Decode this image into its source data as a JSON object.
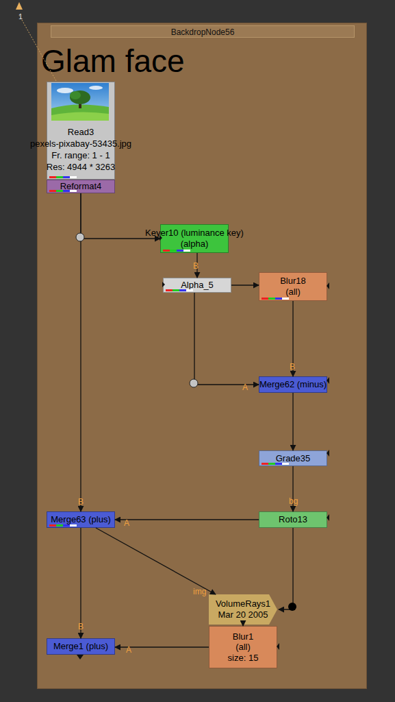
{
  "diagram": {
    "nodes": [
      {
        "text": [
          "BackdropNode56",
          "Glam face"
        ]
      },
      {
        "text": [
          "Read3",
          "pexels-pixabay-53435.jpg",
          "Fr. range: 1 - 1",
          "Res: 4944 * 3263"
        ],
        "in": 0
      },
      {
        "text": [
          "Reformat4"
        ],
        "in": 0
      },
      {
        "text": [
          "Keyer10 (luminance key)",
          "(alpha)"
        ],
        "in": 0
      },
      {
        "text": [
          "Alpha_5"
        ],
        "in": 0
      },
      {
        "text": [
          "Blur18",
          "(all)"
        ],
        "in": 0
      },
      {
        "text": [
          "Merge62 (minus)"
        ],
        "in": 0
      },
      {
        "text": [
          "Grade35"
        ],
        "in": 0
      },
      {
        "text": [
          "Merge63 (plus)"
        ],
        "in": 0
      },
      {
        "text": [
          "Roto13"
        ],
        "in": 0
      },
      {
        "text": [
          "VolumeRays1",
          "Mar 20 2005"
        ],
        "in": 0
      },
      {
        "text": [
          "Merge1 (plus)"
        ],
        "in": 0
      },
      {
        "text": [
          "Blur1",
          "(all)",
          "size: 15"
        ],
        "in": 0
      }
    ],
    "edges": [
      {
        "from": 2,
        "to": 3,
        "arrow": "to"
      },
      {
        "from": 2,
        "to": 8,
        "label": "B",
        "arrow": "to"
      },
      {
        "from": 3,
        "to": 4,
        "label": "B",
        "arrow": "to"
      },
      {
        "from": 4,
        "to": 5,
        "arrow": "to"
      },
      {
        "from": 4,
        "to": 6,
        "label": "A",
        "arrow": "to"
      },
      {
        "from": 5,
        "to": 6,
        "label": "B",
        "arrow": "to"
      },
      {
        "from": 6,
        "to": 7,
        "arrow": "to"
      },
      {
        "from": 7,
        "to": 9,
        "label": "bg",
        "arrow": "to"
      },
      {
        "from": 9,
        "to": 8,
        "label": "A",
        "arrow": "to"
      },
      {
        "from": 8,
        "to": 10,
        "label": "img",
        "arrow": "to"
      },
      {
        "from": 9,
        "to": 10,
        "arrow": "to"
      },
      {
        "from": 10,
        "to": 12,
        "arrow": "to"
      },
      {
        "from": 12,
        "to": 11,
        "label": "A",
        "arrow": "to"
      },
      {
        "from": 8,
        "to": 11,
        "label": "B",
        "arrow": "to"
      }
    ],
    "labels": [
      "1"
    ]
  }
}
